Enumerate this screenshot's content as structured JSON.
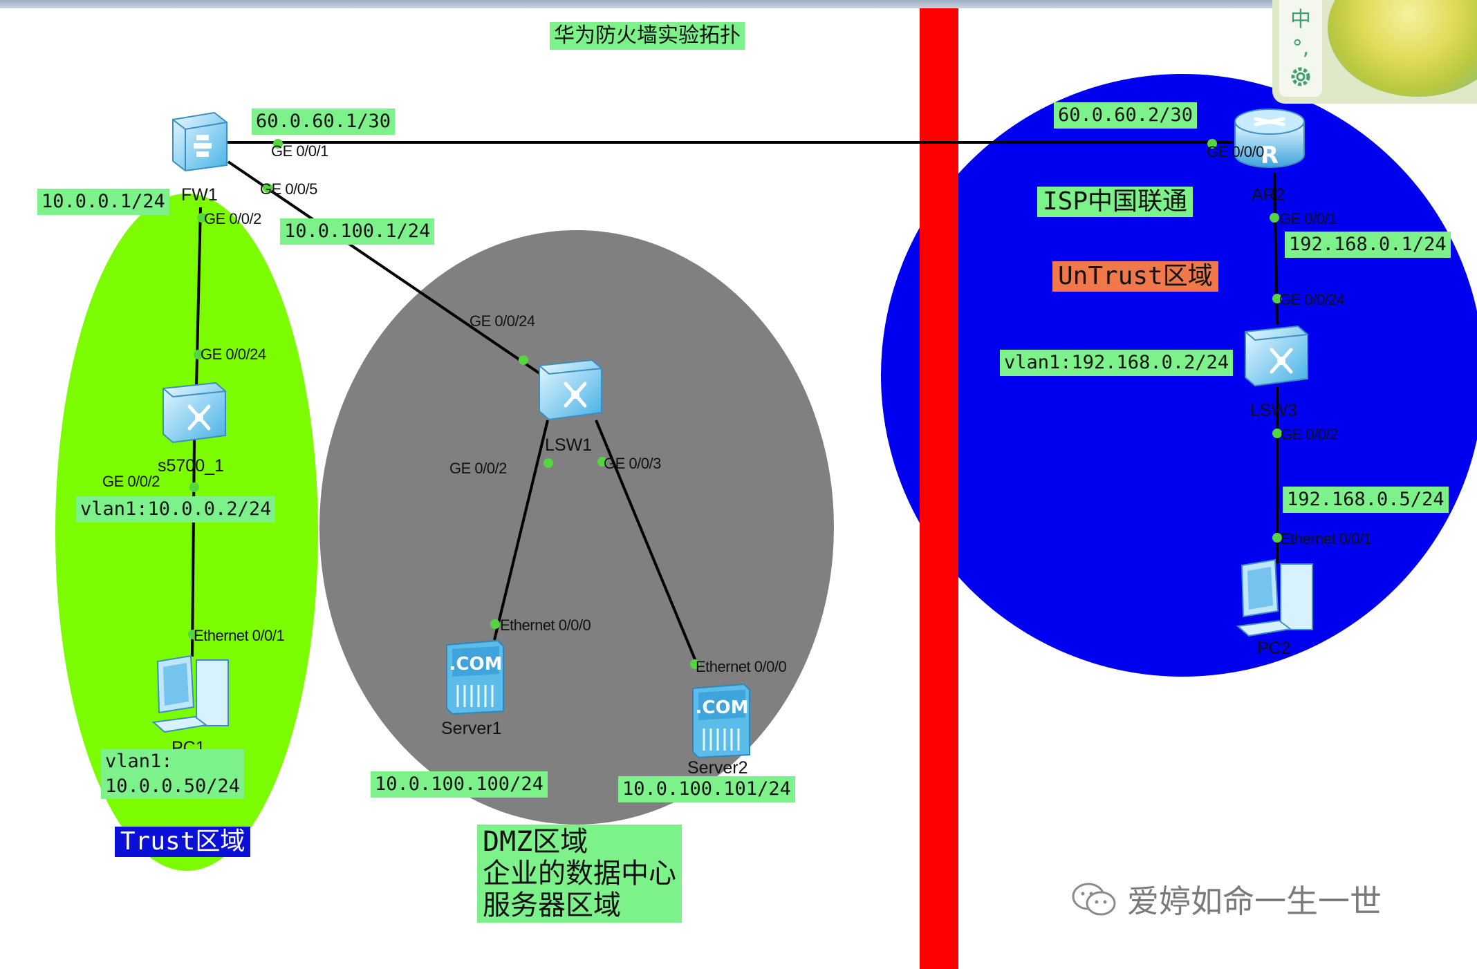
{
  "title": "华为防火墙实验拓扑",
  "zones": {
    "trust": "Trust区域",
    "dmz": [
      "DMZ区域",
      "企业的数据中心",
      "服务器区域"
    ],
    "untrust": "UnTrust区域",
    "isp": "ISP中国联通"
  },
  "devices": {
    "fw1": "FW1",
    "s5700": "s5700_1",
    "pc1": "PC1",
    "lsw1": "LSW1",
    "server1": "Server1",
    "server2": "Server2",
    "ar2": "AR2",
    "lsw3": "LSW3",
    "pc2": "PC2"
  },
  "ports": {
    "fw_ge001": "GE 0/0/1",
    "fw_ge005": "GE 0/0/5",
    "fw_ge002": "GE 0/0/2",
    "s5700_ge0024": "GE 0/0/24",
    "s5700_ge002": "GE 0/0/2",
    "pc1_eth": "Ethernet 0/0/1",
    "lsw1_ge0024": "GE 0/0/24",
    "lsw1_ge002": "GE 0/0/2",
    "lsw1_ge003": "GE 0/0/3",
    "server1_eth": "Ethernet 0/0/0",
    "server2_eth": "Ethernet 0/0/0",
    "ar2_ge000": "GE 0/0/0",
    "ar2_ge001": "GE 0/0/1",
    "lsw3_ge0024": "GE 0/0/24",
    "lsw3_ge002": "GE 0/0/2",
    "pc2_eth": "Ethernet 0/0/1"
  },
  "ips": {
    "fw_wan": "60.0.60.1/30",
    "ar2_wan": "60.0.60.2/30",
    "fw_trust": "10.0.0.1/24",
    "fw_dmz": "10.0.100.1/24",
    "s5700_vlan": "vlan1:10.0.0.2/24",
    "pc1_line1": "vlan1:",
    "pc1_line2": "10.0.0.50/24",
    "server1": "10.0.100.100/24",
    "server2": "10.0.100.101/24",
    "ar2_lan": "192.168.0.1/24",
    "lsw3_vlan": "vlan1:192.168.0.2/24",
    "pc2": "192.168.0.5/24"
  },
  "widget": {
    "icons": [
      "中",
      "°,",
      "gear-icon"
    ]
  },
  "watermark": "爱婷如命一生一世",
  "colors": {
    "trust_zone": "#7cfc00",
    "dmz_zone": "#808080",
    "untrust_zone": "#0000f0",
    "divider": "#ff0000",
    "label_bg": "#7df28a"
  }
}
